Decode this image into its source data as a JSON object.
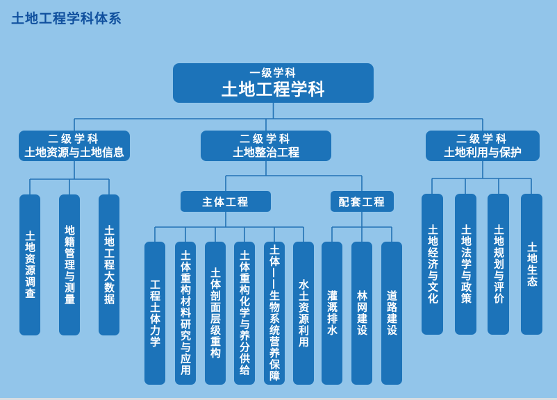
{
  "page_title": "土地工程学科体系",
  "colors": {
    "background": "#92C5EA",
    "node_fill": "#1C73B9",
    "node_text": "#FFFFFF",
    "title_text": "#10509E",
    "connector": "#2272B4"
  },
  "root": {
    "level_label": "一级学科",
    "name": "土地工程学科"
  },
  "branches": [
    {
      "level_label": "二级学科",
      "name": "土地资源与土地信息",
      "columns": [
        "土地资源调查",
        "地籍管理与测量",
        "土地工程大数据"
      ]
    },
    {
      "level_label": "二级学科",
      "name": "土地整治工程",
      "subgroups": [
        {
          "name": "主体工程",
          "columns": [
            "工程土体力学",
            "土体重构材料研究与应用",
            "土体剖面层级重构",
            "土体重构化学与养分供给",
            "土体——生物系统营养保障",
            "水土资源利用"
          ]
        },
        {
          "name": "配套工程",
          "columns": [
            "灌溉排水",
            "林网建设",
            "道路建设"
          ]
        }
      ]
    },
    {
      "level_label": "二级学科",
      "name": "土地利用与保护",
      "columns": [
        "土地经济与文化",
        "土地法学与政策",
        "土地规划与评价",
        "土地生态"
      ]
    }
  ]
}
